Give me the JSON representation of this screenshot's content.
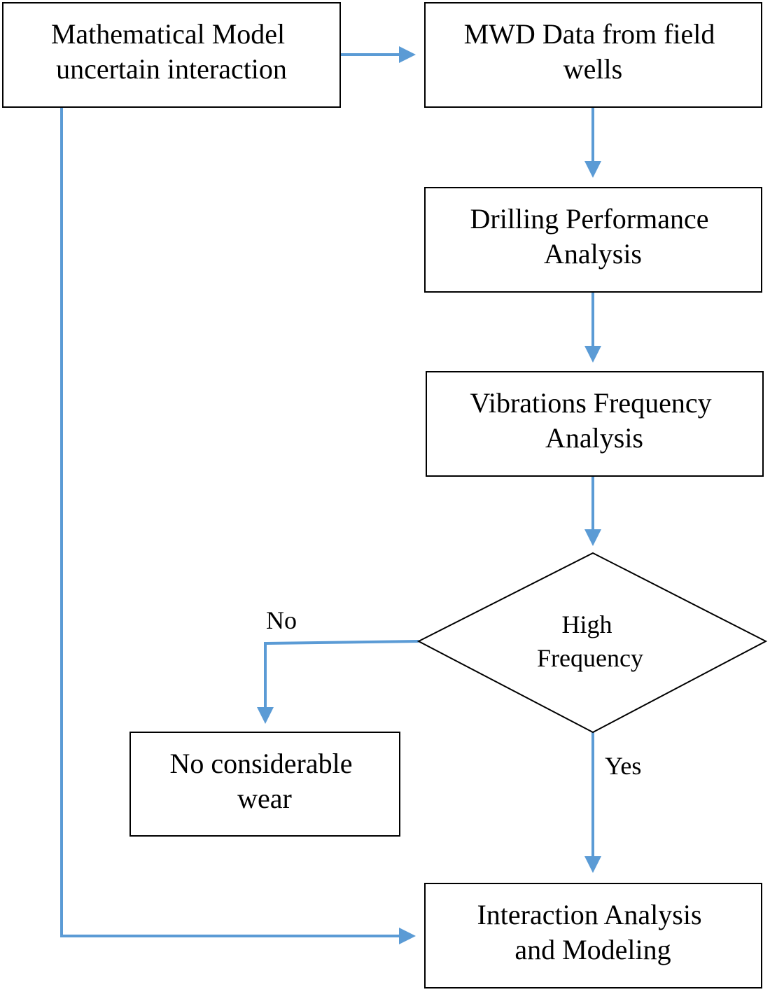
{
  "colors": {
    "arrow": "#5b9bd5",
    "box_border": "#000000",
    "text": "#000000",
    "background": "#ffffff"
  },
  "nodes": {
    "math_model": {
      "lines": [
        "Mathematical Model",
        "uncertain interaction"
      ]
    },
    "mwd_data": {
      "lines": [
        "MWD Data from field",
        "wells"
      ]
    },
    "drilling_perf": {
      "lines": [
        "Drilling Performance",
        "Analysis"
      ]
    },
    "vibrations": {
      "lines": [
        "Vibrations Frequency",
        "Analysis"
      ]
    },
    "decision": {
      "lines": [
        "High",
        "Frequency"
      ]
    },
    "no_wear": {
      "lines": [
        "No considerable",
        "wear"
      ]
    },
    "interaction": {
      "lines": [
        "Interaction Analysis",
        "and Modeling"
      ]
    }
  },
  "edge_labels": {
    "no": "No",
    "yes": "Yes"
  }
}
